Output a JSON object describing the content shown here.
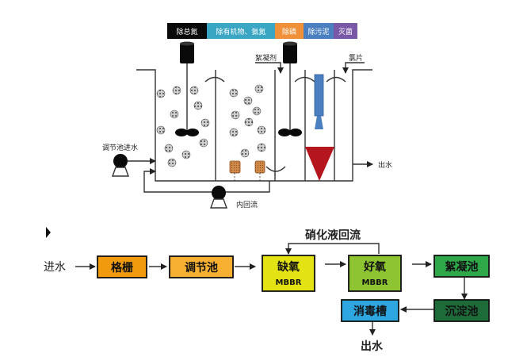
{
  "header_bar": {
    "segments": [
      {
        "label": "除总氮",
        "color": "#0a0a0a",
        "text_color": "#ffffff"
      },
      {
        "label": "除有机物、氨氮",
        "color": "#3aa6c4",
        "text_color": "#ffffff"
      },
      {
        "label": "除磷",
        "color": "#f0913a",
        "text_color": "#ffffff"
      },
      {
        "label": "除污泥",
        "color": "#4a7fc0",
        "text_color": "#ffffff"
      },
      {
        "label": "灭菌",
        "color": "#7a58a8",
        "text_color": "#ffffff"
      }
    ]
  },
  "process_diagram": {
    "inlet_label": "调节池进水",
    "internal_reflux_label": "内回流",
    "coagulant_label": "絮凝剂",
    "chlorine_label": "氯片",
    "outlet_label": "出水",
    "colors": {
      "sedimentation_cone": "#b5161e",
      "dosing_tube": "#4a7fc0",
      "media_carrier": "#d08a4a"
    }
  },
  "flowchart": {
    "inlet_label": "进水",
    "recycle_label": "硝化液回流",
    "outlet_label": "出水",
    "boxes": [
      {
        "id": "screen",
        "line1": "格栅",
        "line2": "",
        "color": "#f29a0e"
      },
      {
        "id": "equalization",
        "line1": "调节池",
        "line2": "",
        "color": "#f7b032"
      },
      {
        "id": "anoxic",
        "line1": "缺氧",
        "line2": "MBBR",
        "color": "#e3e314"
      },
      {
        "id": "aerobic",
        "line1": "好氧",
        "line2": "MBBR",
        "color": "#8ec431"
      },
      {
        "id": "coagulation",
        "line1": "絮凝池",
        "line2": "",
        "color": "#2fa84a"
      },
      {
        "id": "sedimentation",
        "line1": "沉淀池",
        "line2": "",
        "color": "#1e6b3a"
      },
      {
        "id": "disinfection",
        "line1": "消毒槽",
        "line2": "",
        "color": "#2ea6e0"
      }
    ]
  }
}
